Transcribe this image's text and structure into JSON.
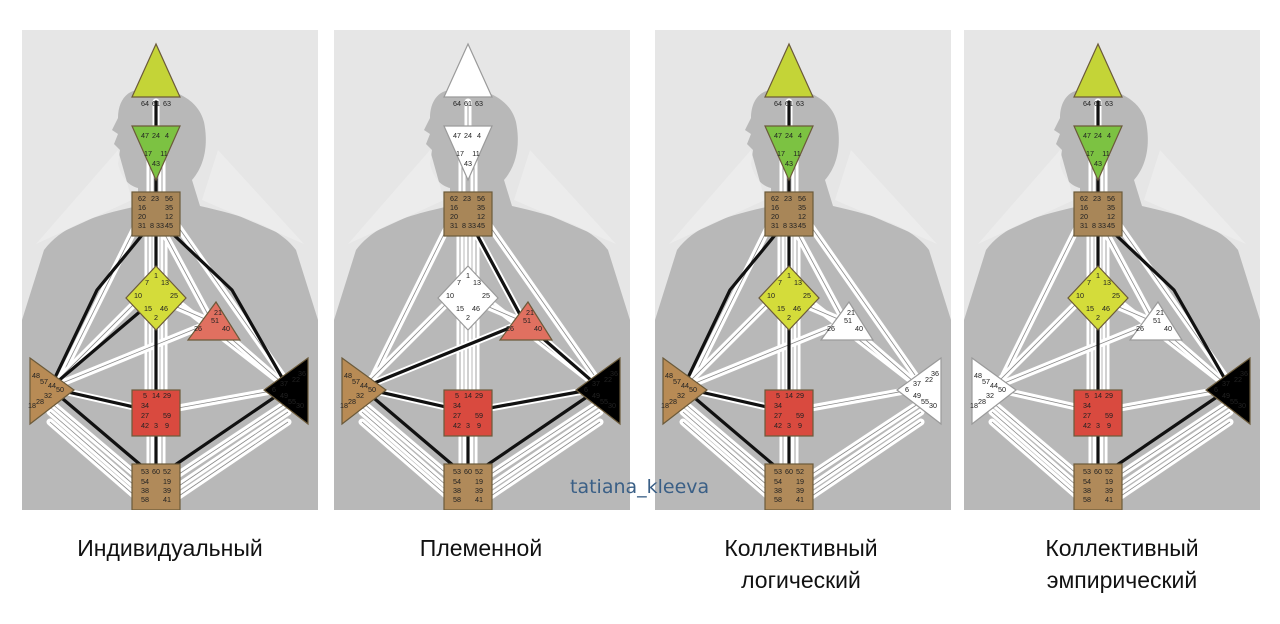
{
  "watermark": "tatiana_kleeva",
  "colors": {
    "head": "#c4d437",
    "ajna": "#7cc242",
    "throat": "#a88658",
    "g": "#d4dc3a",
    "ego": "#e07060",
    "spleen": "#b88b55",
    "sacral": "#d94a3f",
    "root": "#b08a5a",
    "undefined": "#ffffff",
    "silhouette": "#b3b3b3",
    "channel": "#111111"
  },
  "gates": {
    "head": [
      "64",
      "61",
      "63"
    ],
    "ajna": [
      "47",
      "24",
      "4",
      "17",
      "11",
      "43"
    ],
    "throat": [
      "62",
      "23",
      "56",
      "16",
      "35",
      "20",
      "12",
      "31",
      "8",
      "33",
      "45"
    ],
    "g": [
      "1",
      "7",
      "13",
      "10",
      "25",
      "15",
      "46",
      "2"
    ],
    "ego": [
      "21",
      "51",
      "26",
      "40"
    ],
    "spleen": [
      "48",
      "57",
      "44",
      "50",
      "32",
      "28",
      "18"
    ],
    "solar": [
      "36",
      "22",
      "37",
      "6",
      "49",
      "55",
      "30"
    ],
    "sacral": [
      "5",
      "14",
      "29",
      "34",
      "27",
      "59",
      "42",
      "3",
      "9"
    ],
    "root": [
      "53",
      "60",
      "52",
      "54",
      "19",
      "38",
      "39",
      "58",
      "41"
    ]
  },
  "charts": [
    {
      "caption": [
        "Индивидуальный"
      ],
      "defined": [
        "head",
        "ajna",
        "throat",
        "g",
        "ego",
        "spleen",
        "solar",
        "sacral",
        "root"
      ],
      "channels": [
        "head-ajna",
        "ajna-throat",
        "g-throat",
        "g-spleen",
        "g-sacral",
        "throat-spleen-outer",
        "spleen-sacral",
        "sacral-root",
        "root-spleen",
        "root-solar",
        "throat-solar-outer"
      ]
    },
    {
      "caption": [
        "Племенной"
      ],
      "defined": [
        "throat",
        "ego",
        "spleen",
        "solar",
        "sacral",
        "root"
      ],
      "channels": [
        "spleen-sacral",
        "sacral-solar",
        "ego-solar",
        "ego-throat",
        "spleen-ego",
        "sacral-root",
        "root-spleen",
        "root-solar"
      ]
    },
    {
      "caption": [
        "Коллективный",
        "логический"
      ],
      "defined": [
        "head",
        "ajna",
        "throat",
        "g",
        "spleen",
        "sacral",
        "root"
      ],
      "channels": [
        "head-ajna",
        "ajna-throat",
        "g-throat",
        "g-sacral",
        "throat-spleen-outer",
        "spleen-sacral",
        "sacral-root",
        "root-spleen"
      ]
    },
    {
      "caption": [
        "Коллективный",
        "эмпирический"
      ],
      "defined": [
        "head",
        "ajna",
        "throat",
        "g",
        "solar",
        "sacral",
        "root"
      ],
      "channels": [
        "head-ajna",
        "ajna-throat",
        "g-throat",
        "g-sacral",
        "throat-solar-outer",
        "sacral-root",
        "root-solar"
      ]
    }
  ]
}
